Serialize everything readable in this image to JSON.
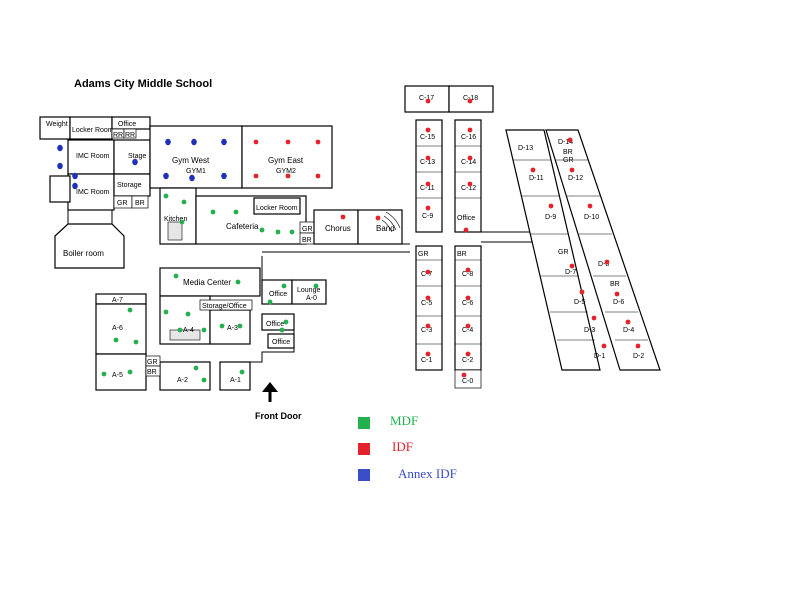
{
  "title": "Adams City Middle School",
  "front_door_label": "Front Door",
  "colors": {
    "mdf": "#22b14c",
    "idf": "#e5212b",
    "annex_idf": "#2030b8"
  },
  "legend": [
    {
      "key": "mdf",
      "label": "MDF",
      "color": "#22b14c"
    },
    {
      "key": "idf",
      "label": "IDF",
      "color": "#e5212b"
    },
    {
      "key": "annex_idf",
      "label": "Annex IDF",
      "color": "#3a4cc6"
    }
  ],
  "rooms": {
    "weight_room": "Weight Room",
    "locker_room_top": "Locker Room",
    "office_top": "Office",
    "rr1": "RR",
    "rr2": "RR",
    "imc_room_1": "IMC Room",
    "imc_room_2": "IMC Room",
    "stage": "Stage",
    "storage": "Storage",
    "gr_left": "GR",
    "br_left": "BR",
    "gym_west": "Gym West",
    "gym_west_sub": "GYM1",
    "gym_east": "Gym East",
    "gym_east_sub": "GYM2",
    "kitchen": "Kitchen",
    "cafeteria": "Cafeteria",
    "locker_room_mid": "Locker Room",
    "gr_mid": "GR",
    "br_mid": "BR",
    "chorus": "Chorus",
    "band": "Band",
    "boiler_room": "Boiler room",
    "media_center": "Media Center",
    "office_mc": "Office",
    "lounge": "Lounge",
    "lounge_sub": "A-0",
    "a7": "A-7",
    "a6": "A-6",
    "a5": "A-5",
    "a4": "A-4",
    "a3": "A-3",
    "a2": "A-2",
    "a1": "A-1",
    "storage_office": "Storage/Office",
    "office_a1": "Office",
    "office_a2": "Office",
    "gr_a": "GR",
    "br_a": "BR",
    "c17": "C-17",
    "c18": "C-18",
    "c15": "C-15",
    "c16": "C-16",
    "c13": "C-13",
    "c14": "C-14",
    "c11": "C-11",
    "c12": "C-12",
    "c9": "C-9",
    "office_c": "Office",
    "gr_c1": "GR",
    "br_c1": "BR",
    "c7": "C-7",
    "c8": "C-8",
    "c5": "C-5",
    "c6": "C-6",
    "c3": "C-3",
    "c4": "C-4",
    "c1": "C-1",
    "c2": "C-2",
    "c0": "C-0",
    "d13": "D-13",
    "d14": "D-14",
    "br_d1": "BR",
    "gr_d1": "GR",
    "d11": "D-11",
    "d12": "D-12",
    "d9": "D-9",
    "d10": "D-10",
    "gr_d2": "GR",
    "d8": "D-8",
    "d7": "D-7",
    "br_d2": "BR",
    "d5": "D-5",
    "d6": "D-6",
    "d3": "D-3",
    "d4": "D-4",
    "d1": "D-1",
    "d2": "D-2"
  }
}
